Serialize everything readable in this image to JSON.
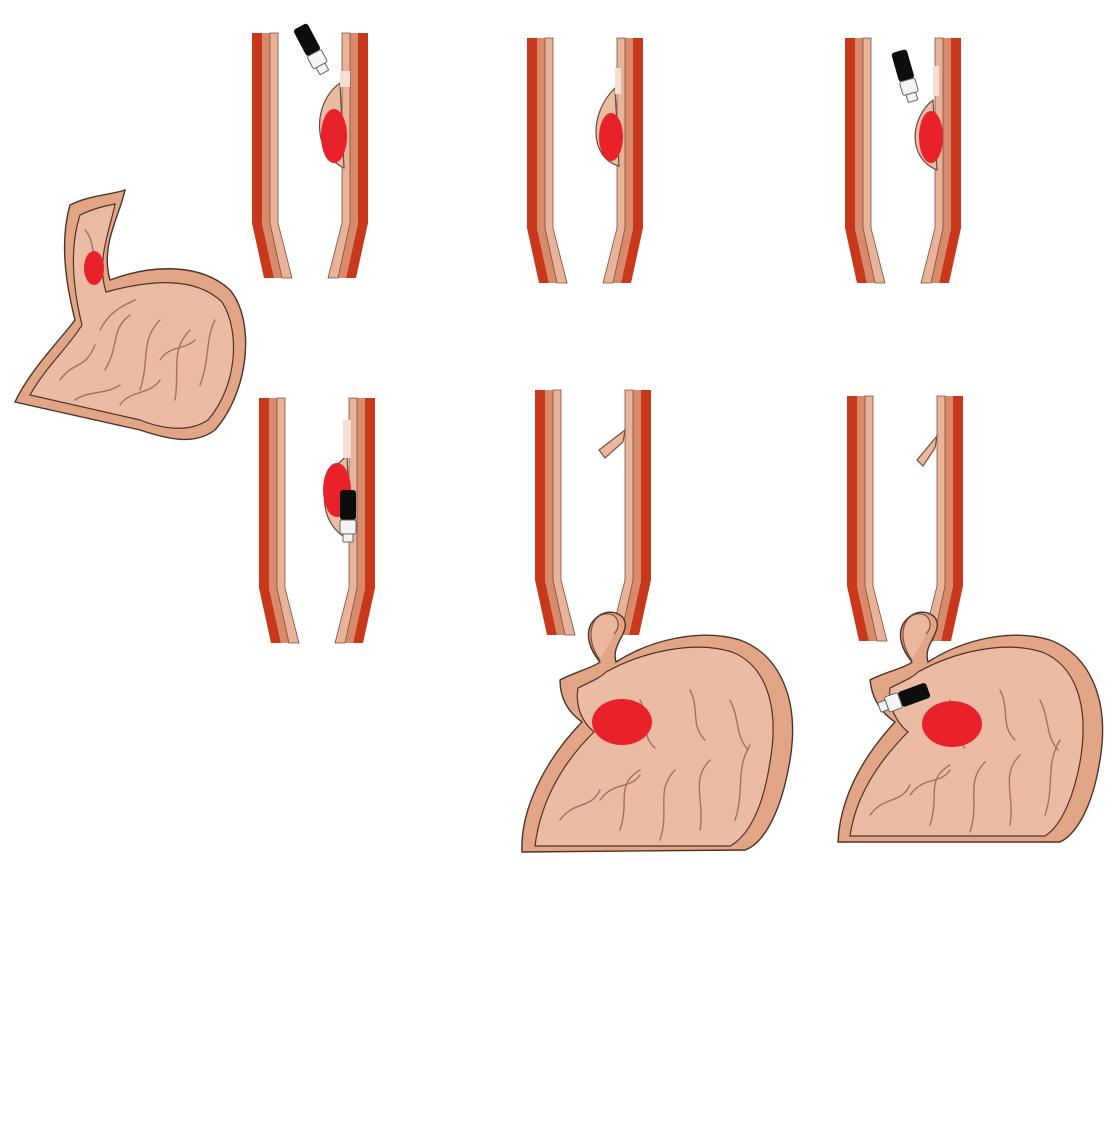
{
  "figure": {
    "background": "#ffffff",
    "colors": {
      "esophagus_muscle": "#c8391c",
      "esophagus_submucosa": "#d98a6b",
      "mucosa": "#ebb89d",
      "stomach": "#e2a585",
      "lesion": "#e8212b",
      "endoscope": "#0d0d0d"
    },
    "panels": [
      {
        "id": "stomach-overview",
        "icons": [
          "stomach-icon",
          "lesion-icon"
        ]
      },
      {
        "id": "esophagus-scope-approach",
        "icons": [
          "esophagus-icon",
          "lesion-icon",
          "endoscope-icon"
        ]
      },
      {
        "id": "esophagus-submucosal-lift",
        "icons": [
          "esophagus-icon",
          "lesion-icon"
        ]
      },
      {
        "id": "esophagus-scope-second-approach",
        "icons": [
          "esophagus-icon",
          "lesion-icon",
          "endoscope-icon"
        ]
      },
      {
        "id": "esophagus-scope-dissection",
        "icons": [
          "esophagus-icon",
          "lesion-icon",
          "endoscope-icon"
        ]
      },
      {
        "id": "esophagus-flap-stomach-lesion",
        "icons": [
          "esophagus-icon",
          "stomach-icon",
          "lesion-icon"
        ]
      },
      {
        "id": "esophagus-flap-stomach-scope",
        "icons": [
          "esophagus-icon",
          "stomach-icon",
          "lesion-icon",
          "endoscope-icon"
        ]
      }
    ]
  }
}
